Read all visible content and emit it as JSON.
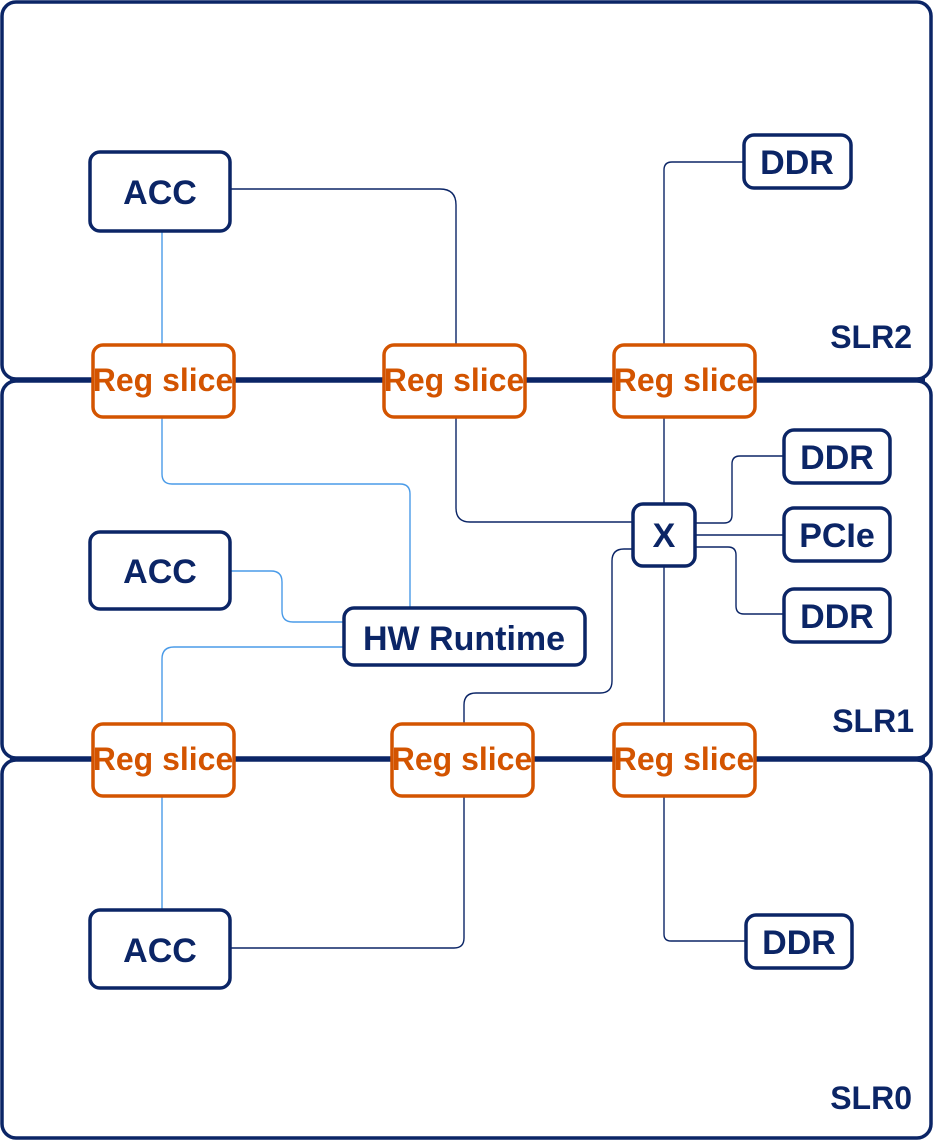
{
  "colors": {
    "primary": "#0b2566",
    "accent": "#d35400",
    "control_wire": "#4a9be8"
  },
  "regions": [
    {
      "id": "slr2",
      "label": "SLR2"
    },
    {
      "id": "slr1",
      "label": "SLR1"
    },
    {
      "id": "slr0",
      "label": "SLR0"
    }
  ],
  "nodes": {
    "acc_top": "ACC",
    "acc_mid": "ACC",
    "acc_bot": "ACC",
    "ddr_top": "DDR",
    "ddr_mid1": "DDR",
    "pcie": "PCIe",
    "ddr_mid2": "DDR",
    "ddr_bot": "DDR",
    "switch": "X",
    "hw_runtime": "HW Runtime",
    "reg_slice_t1": "Reg slice",
    "reg_slice_t2": "Reg slice",
    "reg_slice_t3": "Reg slice",
    "reg_slice_b1": "Reg slice",
    "reg_slice_b2": "Reg slice",
    "reg_slice_b3": "Reg slice"
  },
  "connections": [
    {
      "from": "acc_top",
      "to": "reg_slice_t1",
      "type": "control"
    },
    {
      "from": "acc_top",
      "to": "reg_slice_t2",
      "type": "data"
    },
    {
      "from": "ddr_top",
      "to": "reg_slice_t3",
      "type": "data"
    },
    {
      "from": "reg_slice_t1",
      "to": "hw_runtime",
      "type": "control"
    },
    {
      "from": "reg_slice_t2",
      "to": "switch",
      "type": "data"
    },
    {
      "from": "reg_slice_t3",
      "to": "switch",
      "type": "data"
    },
    {
      "from": "switch",
      "to": "ddr_mid1",
      "type": "data"
    },
    {
      "from": "switch",
      "to": "pcie",
      "type": "data"
    },
    {
      "from": "switch",
      "to": "ddr_mid2",
      "type": "data"
    },
    {
      "from": "acc_mid",
      "to": "hw_runtime",
      "type": "control"
    },
    {
      "from": "hw_runtime",
      "to": "reg_slice_b1",
      "type": "control"
    },
    {
      "from": "switch",
      "to": "reg_slice_b2",
      "type": "data"
    },
    {
      "from": "switch",
      "to": "reg_slice_b3",
      "type": "data"
    },
    {
      "from": "reg_slice_b1",
      "to": "acc_bot",
      "type": "control"
    },
    {
      "from": "reg_slice_b2",
      "to": "acc_bot",
      "type": "data"
    },
    {
      "from": "reg_slice_b3",
      "to": "ddr_bot",
      "type": "data"
    }
  ]
}
